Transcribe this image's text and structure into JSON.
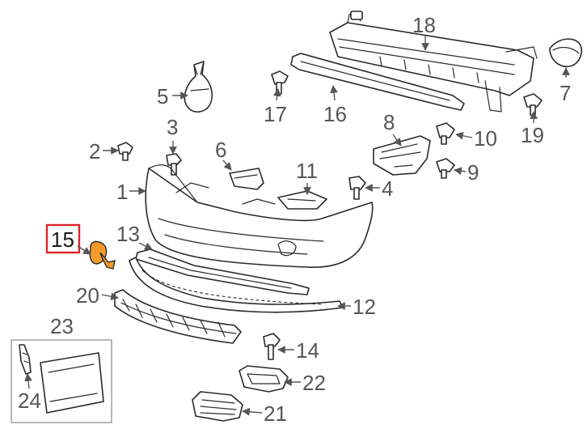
{
  "diagram": {
    "highlighted": "15",
    "highlight_color": "#f39a2b",
    "highlight_box_color": "#d9262a",
    "callouts": [
      {
        "id": "c1",
        "label": "1"
      },
      {
        "id": "c2",
        "label": "2"
      },
      {
        "id": "c3",
        "label": "3"
      },
      {
        "id": "c4",
        "label": "4"
      },
      {
        "id": "c5",
        "label": "5"
      },
      {
        "id": "c6",
        "label": "6"
      },
      {
        "id": "c7",
        "label": "7"
      },
      {
        "id": "c8",
        "label": "8"
      },
      {
        "id": "c9",
        "label": "9"
      },
      {
        "id": "c10",
        "label": "10"
      },
      {
        "id": "c11",
        "label": "11"
      },
      {
        "id": "c12",
        "label": "12"
      },
      {
        "id": "c13",
        "label": "13"
      },
      {
        "id": "c14",
        "label": "14"
      },
      {
        "id": "c15",
        "label": "15"
      },
      {
        "id": "c16",
        "label": "16"
      },
      {
        "id": "c17",
        "label": "17"
      },
      {
        "id": "c18",
        "label": "18"
      },
      {
        "id": "c19",
        "label": "19"
      },
      {
        "id": "c20",
        "label": "20"
      },
      {
        "id": "c21",
        "label": "21"
      },
      {
        "id": "c22",
        "label": "22"
      },
      {
        "id": "c23",
        "label": "23"
      },
      {
        "id": "c24",
        "label": "24"
      }
    ]
  }
}
